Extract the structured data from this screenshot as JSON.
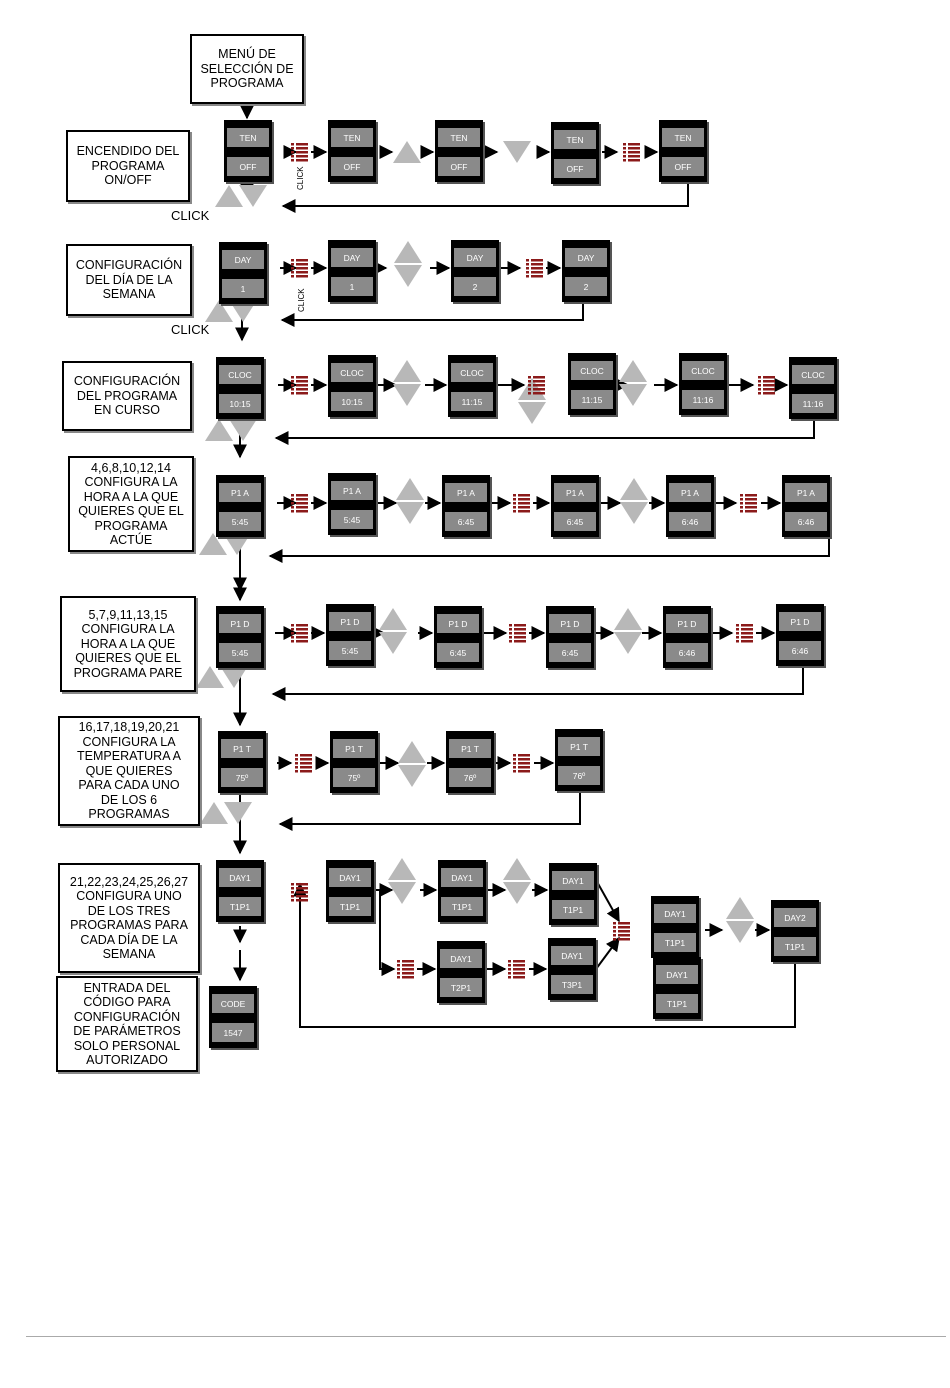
{
  "colors": {
    "lcd_bg": "#000000",
    "lcd_segment": "#8a8a8a",
    "button_icon": "#8b1a1a",
    "arrow_button": "#b8b8b8"
  },
  "icons": {
    "set_button": "menu-button-icon",
    "up": "up-arrow-button-icon",
    "down": "down-arrow-button-icon"
  },
  "header": {
    "menu_box": "MENÚ DE\nSELECCIÓN DE\nPROGRAMA"
  },
  "click_label": "CLICK",
  "rows": [
    {
      "label": "ENCENDIDO DEL\nPROGRAMA\nON/OFF",
      "screens": [
        [
          "TEN",
          "OFF"
        ],
        [
          "TEN",
          "OFF"
        ],
        [
          "TEN",
          "OFF"
        ],
        [
          "TEN",
          "OFF"
        ],
        [
          "TEN",
          "OFF"
        ]
      ]
    },
    {
      "label": "CONFIGURACIÓN\nDEL DÍA DE LA\nSEMANA",
      "screens": [
        [
          "DAY",
          "1"
        ],
        [
          "DAY",
          "1"
        ],
        [
          "DAY",
          "2"
        ],
        [
          "DAY",
          "2"
        ]
      ]
    },
    {
      "label": "CONFIGURACIÓN\nDEL PROGRAMA\nEN CURSO",
      "screens": [
        [
          "CLOC",
          "10:15"
        ],
        [
          "CLOC",
          "10:15"
        ],
        [
          "CLOC",
          "11:15"
        ],
        [
          "CLOC",
          "11:15"
        ],
        [
          "CLOC",
          "11:16"
        ],
        [
          "CLOC",
          "11:16"
        ]
      ]
    },
    {
      "label": "4,6,8,10,12,14\nCONFIGURA LA\nHORA A LA QUE\nQUIERES QUE EL\nPROGRAMA\nACTÚE",
      "screens": [
        [
          "P1 A",
          "5:45"
        ],
        [
          "P1 A",
          "5:45"
        ],
        [
          "P1 A",
          "6:45"
        ],
        [
          "P1 A",
          "6:45"
        ],
        [
          "P1 A",
          "6:46"
        ],
        [
          "P1 A",
          "6:46"
        ]
      ]
    },
    {
      "label": "5,7,9,11,13,15\nCONFIGURA LA\nHORA A LA QUE\nQUIERES QUE EL\nPROGRAMA PARE",
      "screens": [
        [
          "P1 D",
          "5:45"
        ],
        [
          "P1 D",
          "5:45"
        ],
        [
          "P1 D",
          "6:45"
        ],
        [
          "P1 D",
          "6:45"
        ],
        [
          "P1 D",
          "6:46"
        ],
        [
          "P1 D",
          "6:46"
        ]
      ]
    },
    {
      "label": "16,17,18,19,20,21\nCONFIGURA LA\nTEMPERATURA A\nQUE QUIERES\nPARA CADA UNO\nDE LOS 6\nPROGRAMAS",
      "screens": [
        [
          "P1 T",
          "75º"
        ],
        [
          "P1 T",
          "75º"
        ],
        [
          "P1 T",
          "76º"
        ],
        [
          "P1 T",
          "76º"
        ]
      ]
    },
    {
      "label": "21,22,23,24,25,26,27\nCONFIGURA UNO\nDE LOS TRES\nPROGRAMAS PARA\nCADA DÍA DE LA\nSEMANA",
      "screens": [
        [
          "DAY1",
          "T1P1"
        ],
        [
          "DAY1",
          "T1P1"
        ],
        [
          "DAY1",
          "T1P1"
        ],
        [
          "DAY1",
          "T1P1"
        ],
        [
          "DAY1",
          "T2P1"
        ],
        [
          "DAY1",
          "T3P1"
        ],
        [
          "DAY1",
          "T1P1"
        ],
        [
          "DAY1",
          "T1P1"
        ],
        [
          "DAY2",
          "T1P1"
        ]
      ]
    },
    {
      "label": "ENTRADA DEL\nCÓDIGO PARA\nCONFIGURACIÓN\nDE PARÁMETROS\nSOLO PERSONAL\nAUTORIZADO",
      "screens": [
        [
          "CODE",
          "1547"
        ]
      ]
    }
  ]
}
